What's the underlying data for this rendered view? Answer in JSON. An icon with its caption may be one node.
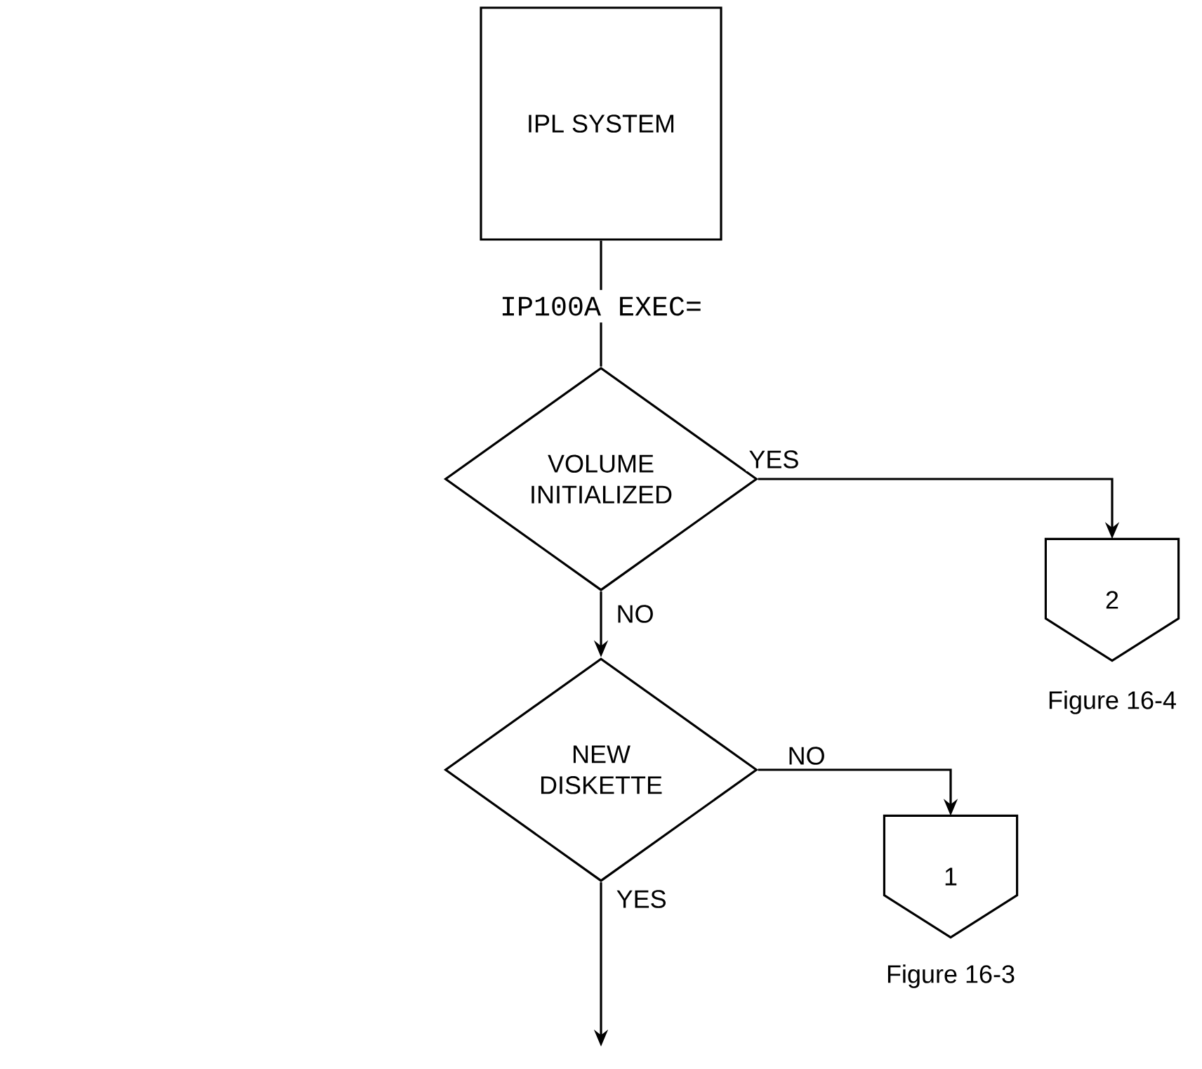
{
  "diagram": {
    "nodes": [
      {
        "text": [
          "IPL SYSTEM"
        ]
      },
      {
        "text": [
          "IP100A EXEC="
        ]
      },
      {
        "text": [
          "VOLUME INITIALIZED"
        ]
      },
      {
        "text": [
          "2"
        ],
        "beside": [
          "Figure 16-4"
        ]
      },
      {
        "text": [
          "NEW DISKETTE"
        ]
      },
      {
        "text": [
          "1"
        ],
        "beside": [
          "Figure 16-3"
        ]
      }
    ],
    "edges": [
      {
        "from": 0,
        "to": 1,
        "arrow": "none"
      },
      {
        "from": 1,
        "to": 2,
        "arrow": "none"
      },
      {
        "from": 2,
        "to": 3,
        "arrow": "to",
        "label": "YES"
      },
      {
        "from": 2,
        "to": 4,
        "arrow": "to",
        "label": "NO"
      },
      {
        "from": 4,
        "to": 5,
        "arrow": "to",
        "label": "NO"
      },
      {
        "from": 4,
        "to": null,
        "arrow": "to",
        "label": "YES"
      }
    ]
  }
}
